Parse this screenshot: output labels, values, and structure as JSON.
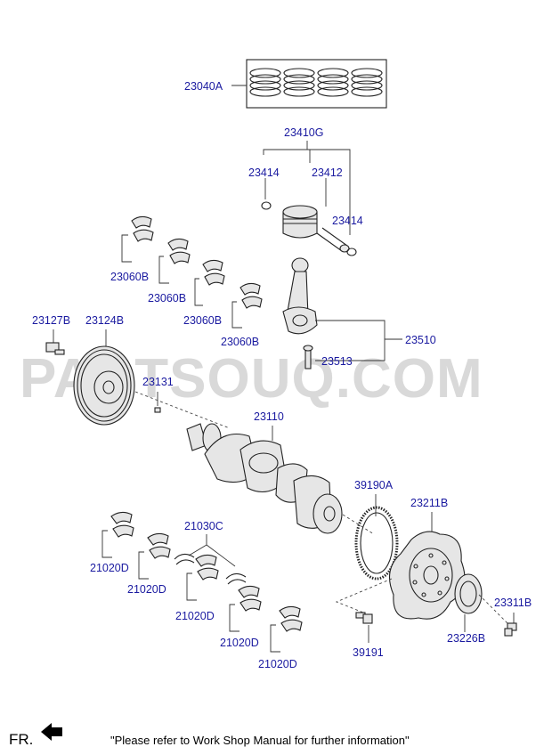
{
  "watermark": "PARTSOUQ.COM",
  "footer": {
    "direction_label": "FR.",
    "note": "\"Please refer to Work Shop Manual for further information\""
  },
  "callouts": {
    "piston_ring_set": "23040A",
    "piston_assy": "23410G",
    "snap_ring_left": "23414",
    "piston_pin": "23412",
    "snap_ring_right": "23414",
    "bearing_upper_1": "23060B",
    "bearing_upper_2": "23060B",
    "bearing_upper_3": "23060B",
    "bearing_upper_4": "23060B",
    "pulley_bolt": "23127B",
    "damper_pulley": "23124B",
    "connecting_rod": "23510",
    "rod_bolt": "23513",
    "key": "23131",
    "crankshaft": "23110",
    "ring_gear": "39190A",
    "drive_plate": "23211B",
    "thrust_washer": "21030C",
    "bearing_lower_1": "21020D",
    "bearing_lower_2": "21020D",
    "bearing_lower_3": "21020D",
    "bearing_lower_4": "21020D",
    "bearing_lower_5": "21020D",
    "plate_bolt": "23311B",
    "adapter_plate": "23226B",
    "gear_bolt": "39191"
  }
}
